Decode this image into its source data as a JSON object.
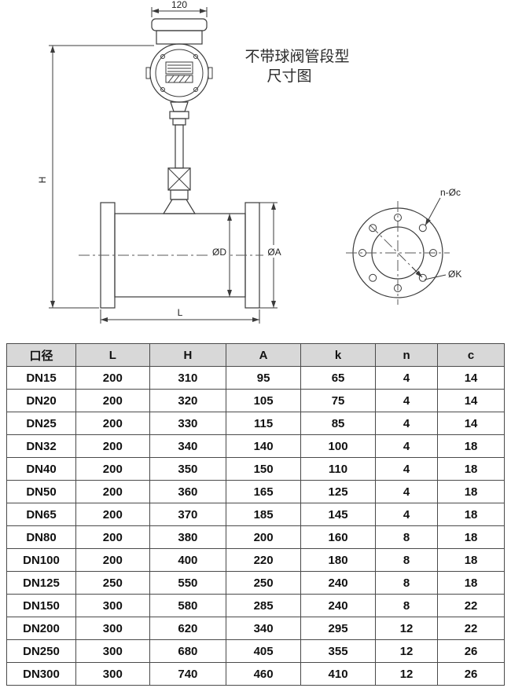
{
  "diagram": {
    "title_line1": "不带球阀管段型",
    "title_line2": "尺寸图",
    "dims": {
      "top_width": "120",
      "height": "H",
      "inner_diameter": "ØD",
      "flange_diameter": "ØA",
      "length": "L",
      "bolt_holes": "n-Øc",
      "bolt_circle": "ØK"
    }
  },
  "table": {
    "headers": [
      "口径",
      "L",
      "H",
      "A",
      "k",
      "n",
      "c"
    ],
    "rows": [
      [
        "DN15",
        "200",
        "310",
        "95",
        "65",
        "4",
        "14"
      ],
      [
        "DN20",
        "200",
        "320",
        "105",
        "75",
        "4",
        "14"
      ],
      [
        "DN25",
        "200",
        "330",
        "115",
        "85",
        "4",
        "14"
      ],
      [
        "DN32",
        "200",
        "340",
        "140",
        "100",
        "4",
        "18"
      ],
      [
        "DN40",
        "200",
        "350",
        "150",
        "110",
        "4",
        "18"
      ],
      [
        "DN50",
        "200",
        "360",
        "165",
        "125",
        "4",
        "18"
      ],
      [
        "DN65",
        "200",
        "370",
        "185",
        "145",
        "4",
        "18"
      ],
      [
        "DN80",
        "200",
        "380",
        "200",
        "160",
        "8",
        "18"
      ],
      [
        "DN100",
        "200",
        "400",
        "220",
        "180",
        "8",
        "18"
      ],
      [
        "DN125",
        "250",
        "550",
        "250",
        "240",
        "8",
        "18"
      ],
      [
        "DN150",
        "300",
        "580",
        "285",
        "240",
        "8",
        "22"
      ],
      [
        "DN200",
        "300",
        "620",
        "340",
        "295",
        "12",
        "22"
      ],
      [
        "DN250",
        "300",
        "680",
        "405",
        "355",
        "12",
        "26"
      ],
      [
        "DN300",
        "300",
        "740",
        "460",
        "410",
        "12",
        "26"
      ]
    ]
  },
  "colors": {
    "table_header_bg": "#d8d8d8",
    "table_border": "#4a4a4a",
    "drawing_line": "#3b3b3b"
  }
}
